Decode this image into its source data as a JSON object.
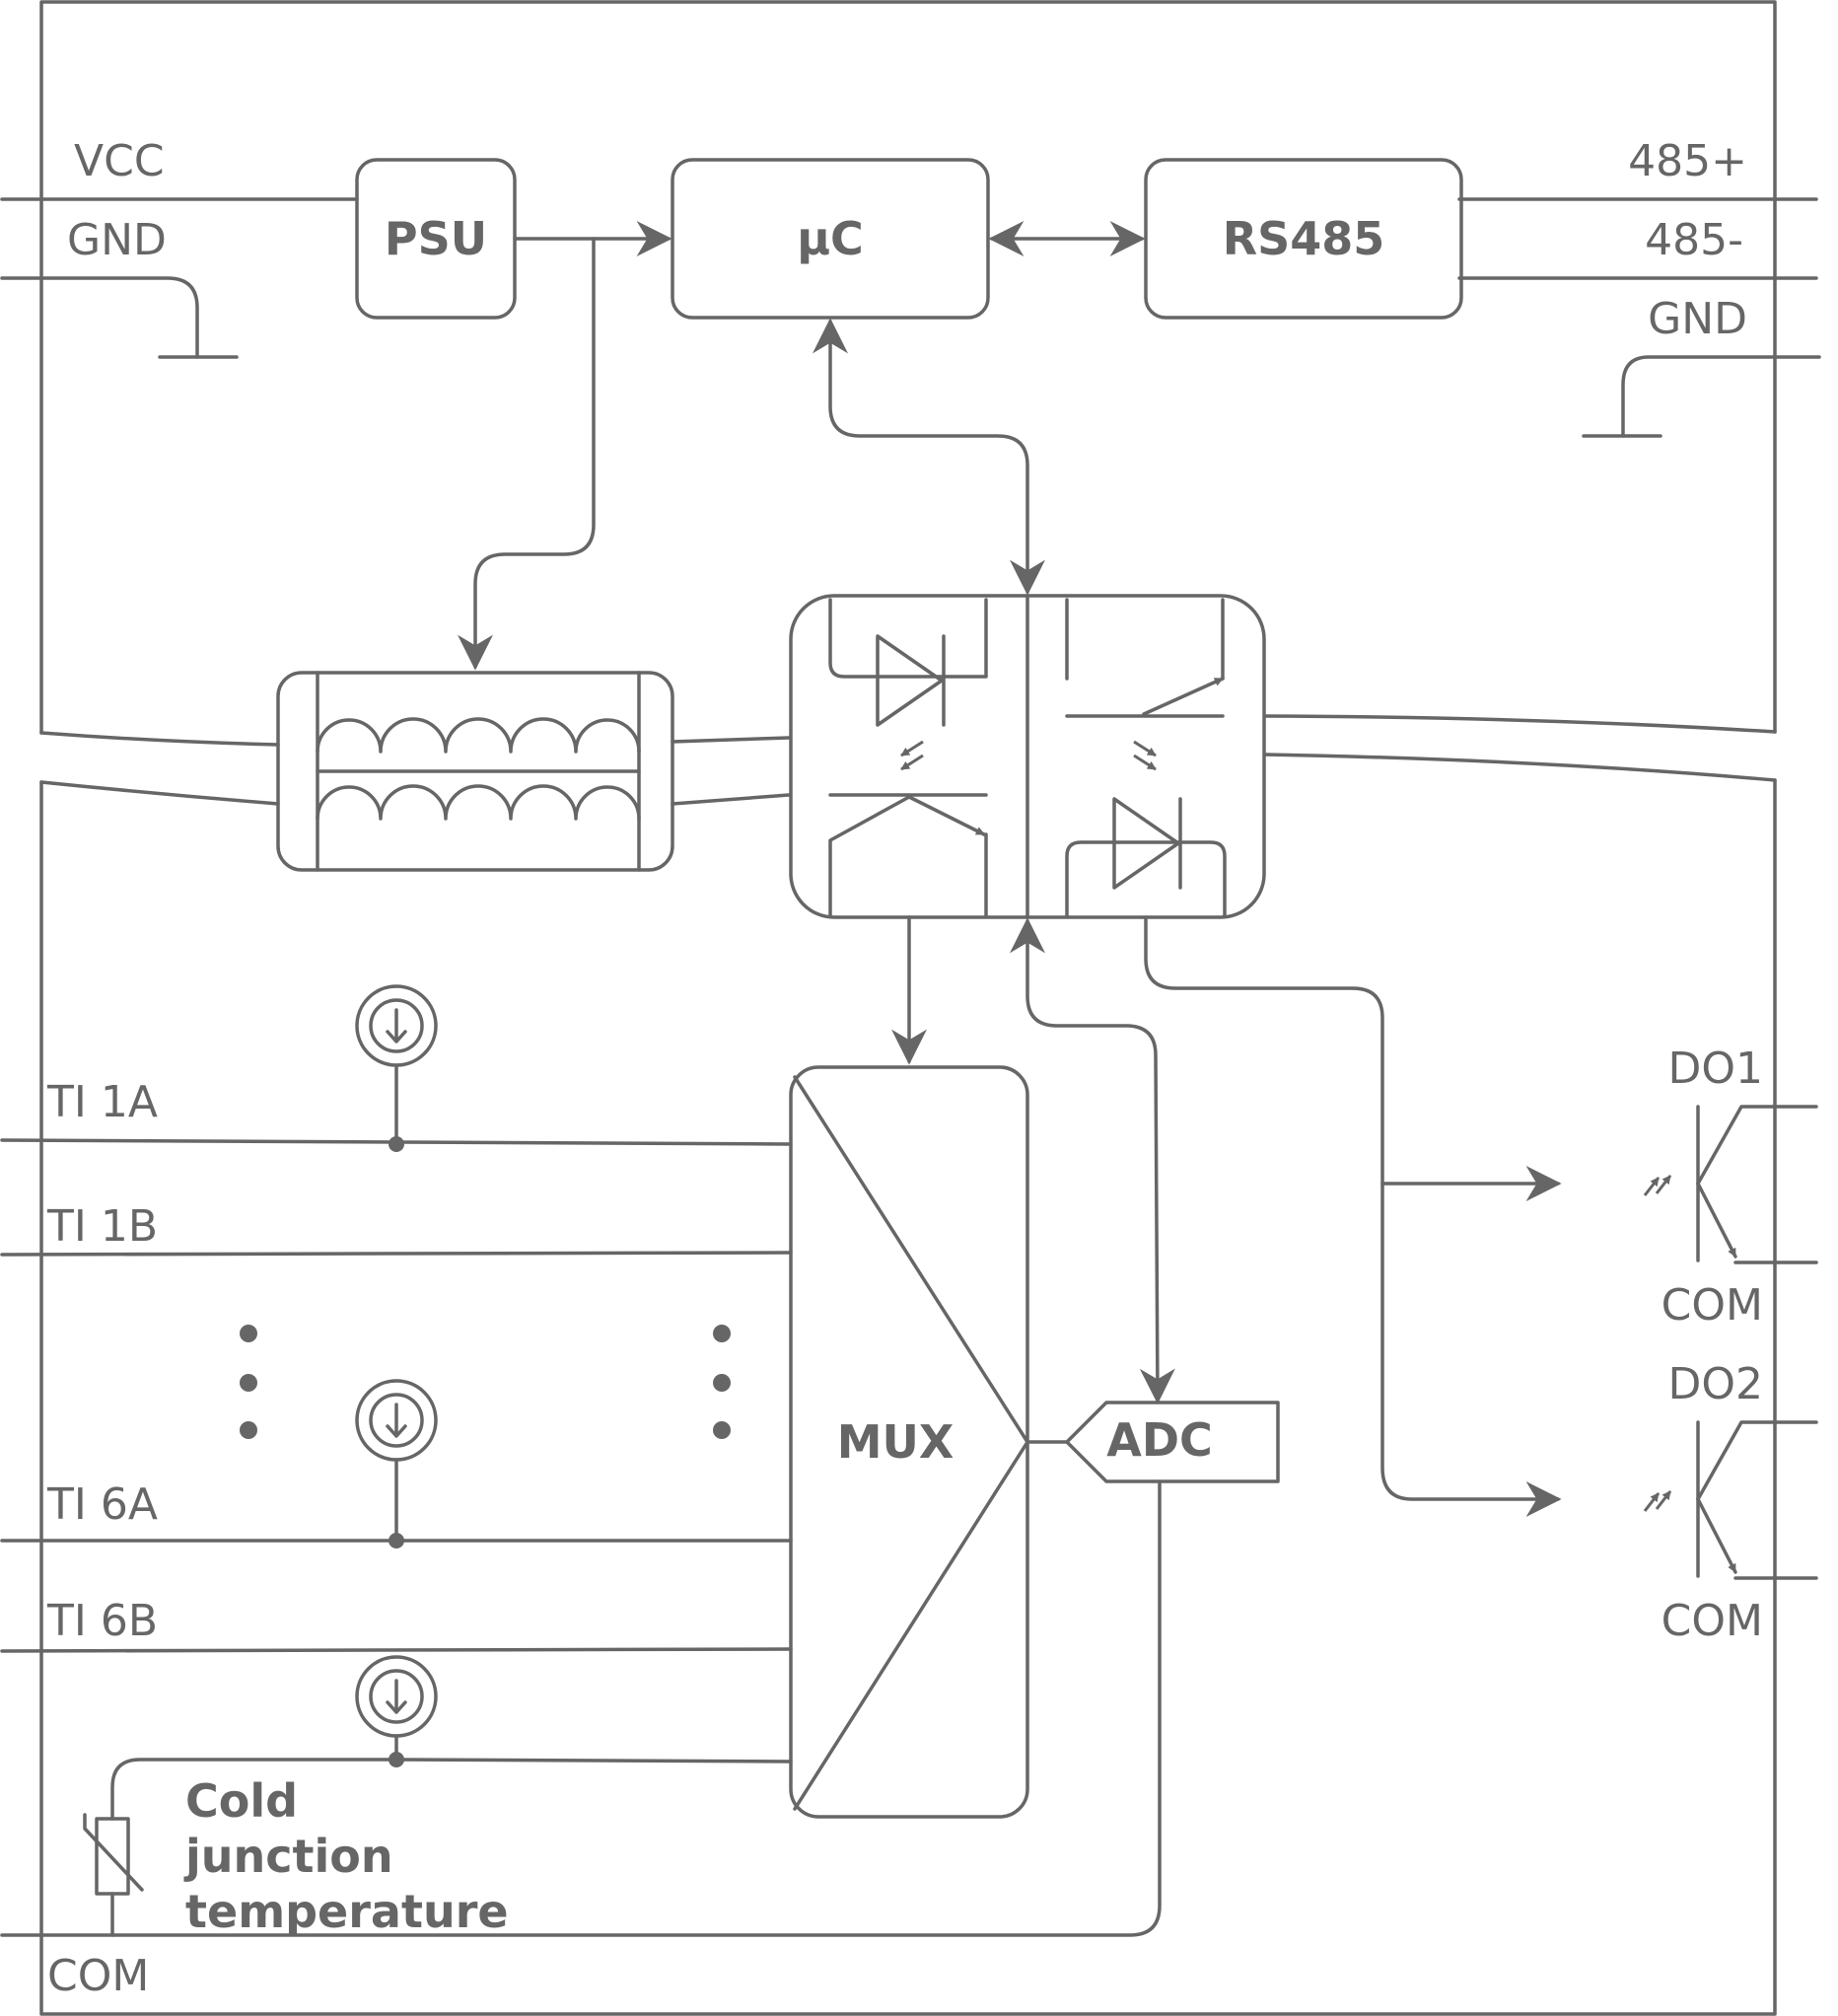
{
  "labels": {
    "vcc": "VCC",
    "gnd_left": "GND",
    "rs485_plus": "485+",
    "rs485_minus": "485-",
    "gnd_right": "GND",
    "ti1a": "TI 1A",
    "ti1b": "TI 1B",
    "ti6a": "TI 6A",
    "ti6b": "TI 6B",
    "com_bottom": "COM",
    "do1": "DO1",
    "com_do1": "COM",
    "do2": "DO2",
    "com_do2": "COM",
    "cold_junction": [
      "Cold",
      "junction",
      "temperature"
    ]
  },
  "blocks": {
    "psu": "PSU",
    "mcu": "µC",
    "rs485": "RS485",
    "mux": "MUX",
    "adc": "ADC"
  },
  "colors": {
    "stroke": "#666666",
    "background": "#ffffff"
  }
}
